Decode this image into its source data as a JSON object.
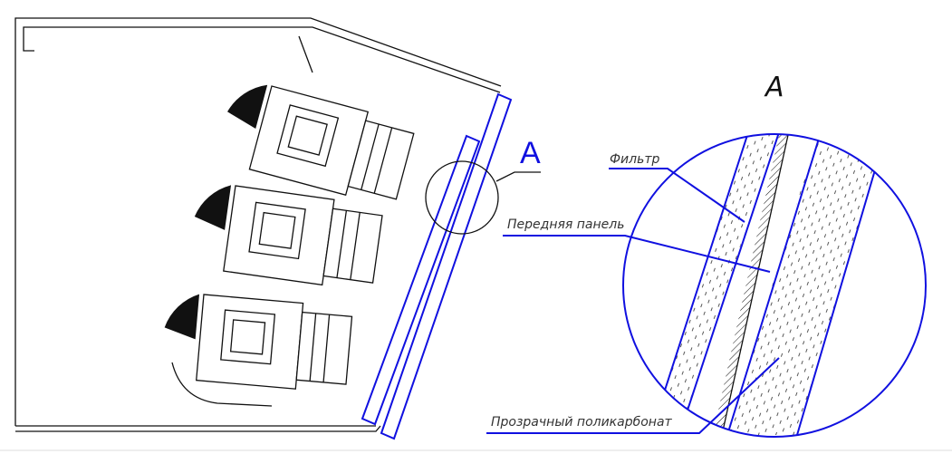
{
  "detail_marker": "A",
  "detail_title": "A",
  "labels": {
    "filter": "Фильтр",
    "front_panel": "Передняя панель",
    "polycarbonate": "Прозрачный поликарбонат"
  },
  "colors": {
    "line": "#111111",
    "callout": "#1010e0"
  }
}
